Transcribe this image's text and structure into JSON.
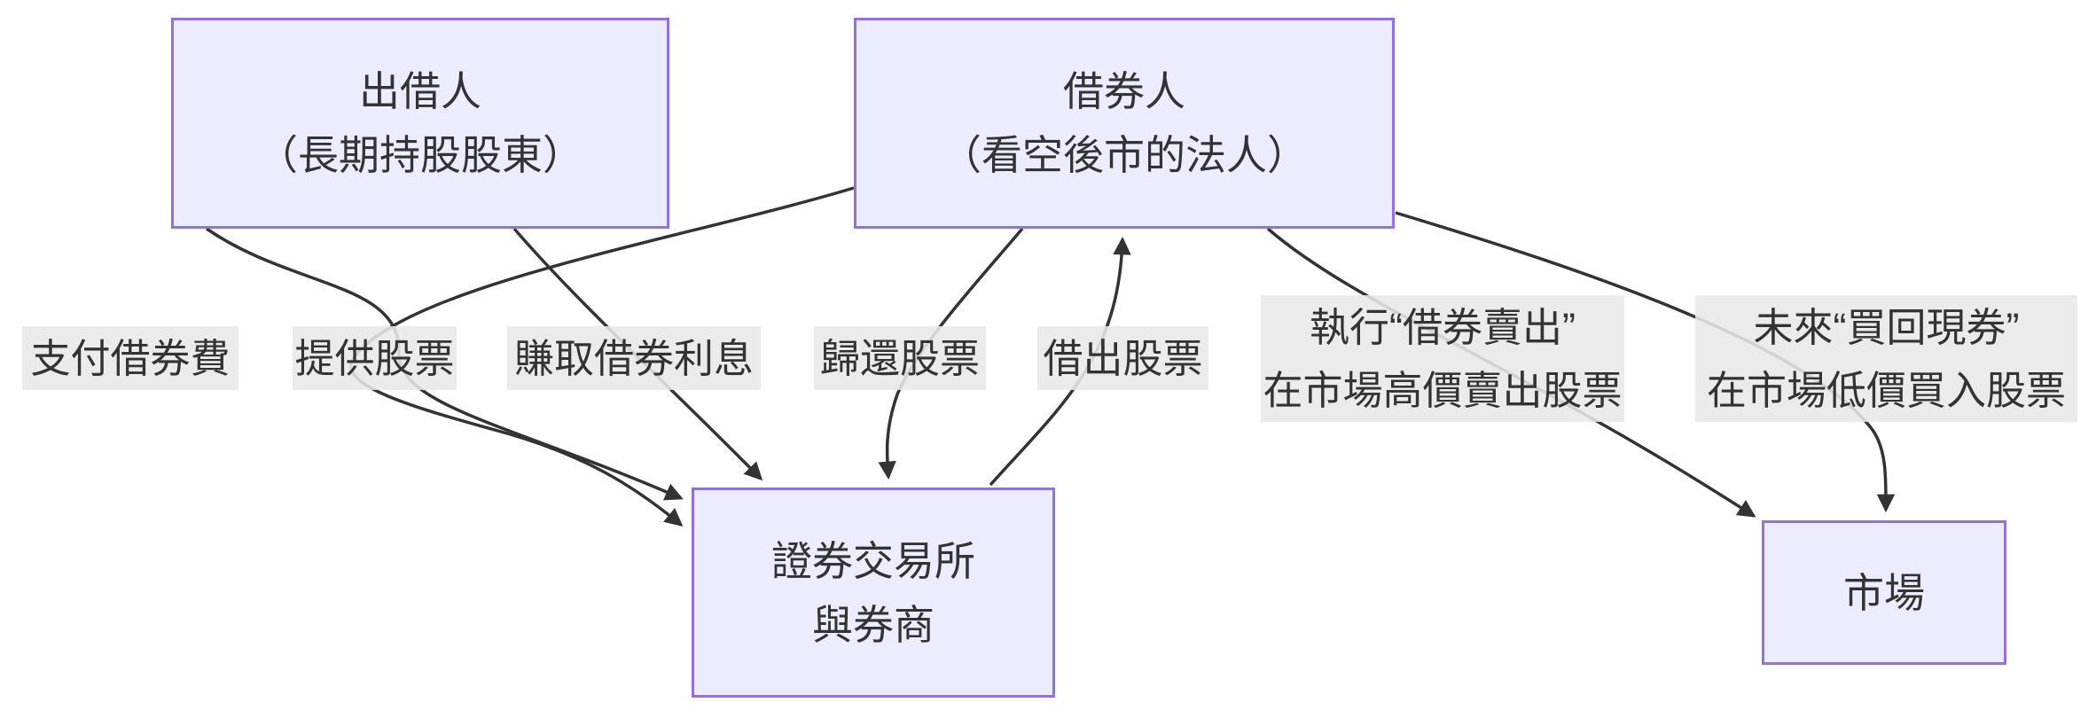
{
  "diagram": {
    "nodes": {
      "lender": {
        "line1": "出借人",
        "line2": "（長期持股股東）"
      },
      "borrower": {
        "line1": "借券人",
        "line2": "（看空後市的法人）"
      },
      "exchange": {
        "line1": "證券交易所",
        "line2": "與券商"
      },
      "market": {
        "line1": "市場"
      }
    },
    "edge_labels": {
      "pay_fee": "支付借券費",
      "provide_stock": "提供股票",
      "earn_interest": "賺取借券利息",
      "return_stock": "歸還股票",
      "lend_stock": "借出股票",
      "short_sell": {
        "line1": "執行“借券賣出”",
        "line2": "在市場高價賣出股票"
      },
      "buy_back": {
        "line1": "未來“買回現券”",
        "line2": "在市場低價買入股票"
      }
    },
    "edges": [
      {
        "from": "lender",
        "to": "exchange",
        "label": "提供股票"
      },
      {
        "from": "lender",
        "to": "exchange",
        "label": "賺取借券利息"
      },
      {
        "from": "borrower",
        "to": "exchange",
        "label": "支付借券費"
      },
      {
        "from": "borrower",
        "to": "exchange",
        "label": "歸還股票"
      },
      {
        "from": "exchange",
        "to": "borrower",
        "label": "借出股票"
      },
      {
        "from": "borrower",
        "to": "market",
        "label": "執行“借券賣出” 在市場高價賣出股票"
      },
      {
        "from": "borrower",
        "to": "market",
        "label": "未來“買回現券” 在市場低價買入股票"
      }
    ],
    "colors": {
      "node_fill": "#ECECFF",
      "node_border": "#9370DB",
      "edge_line": "#333333",
      "label_bg": "#e8e8e8",
      "text": "#333333"
    }
  }
}
